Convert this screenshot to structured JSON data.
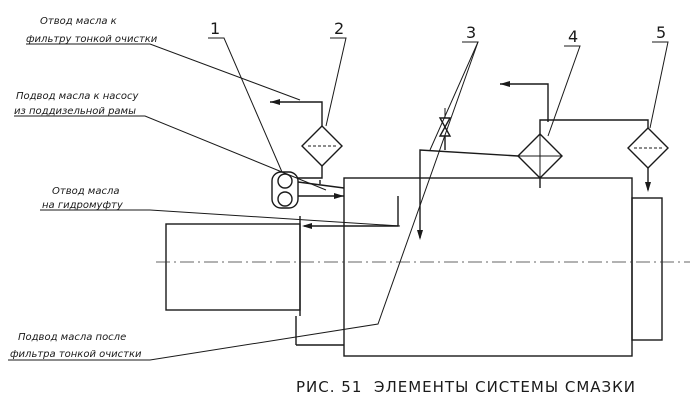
{
  "labels": {
    "oil_out_filter_1": "Отвод масла к",
    "oil_out_filter_2": "фильтру тонкой очистки",
    "oil_in_pump_1": "Подвод масла к насосу",
    "oil_in_pump_2": "из поддизельной рамы",
    "oil_out_coupling_1": "Отвод масла",
    "oil_out_coupling_2": "на гидромуфту",
    "oil_in_after_1": "Подвод масла после",
    "oil_in_after_2": "фильтра тонкой очистки"
  },
  "callouts": [
    "1",
    "2",
    "3",
    "4",
    "5"
  ],
  "caption": {
    "number": "РИС. 51",
    "title": "ЭЛЕМЕНТЫ СИСТЕМЫ СМАЗКИ"
  },
  "colors": {
    "ink": "#1a1a1a",
    "paper": "#ffffff"
  }
}
